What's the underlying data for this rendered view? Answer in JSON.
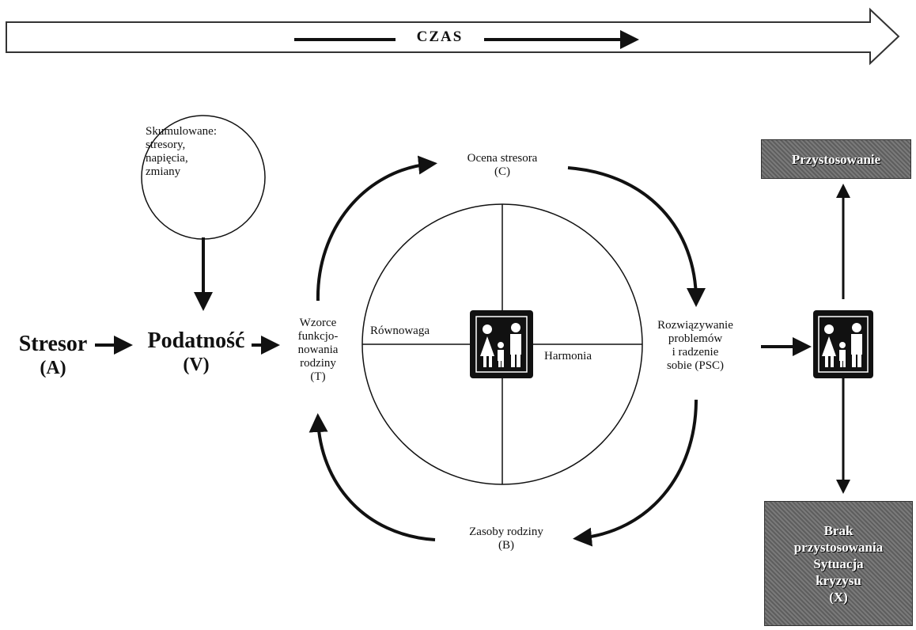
{
  "time_arrow": {
    "label": "CZAS"
  },
  "stressor": {
    "title": "Stresor",
    "code": "(A)"
  },
  "vulnerability": {
    "title": "Podatność",
    "code": "(V)"
  },
  "pileup": {
    "lines": [
      "Skumulowane:",
      "stresory,",
      "napięcia,",
      "zmiany"
    ]
  },
  "patterns": {
    "lines": [
      "Wzorce",
      "funkcjo-",
      "nowania",
      "rodziny",
      "(T)"
    ]
  },
  "appraisal": {
    "line1": "Ocena stresora",
    "line2": "(C)"
  },
  "resources": {
    "line1": "Zasoby rodziny",
    "line2": "(B)"
  },
  "problem_solving": {
    "lines": [
      "Rozwiązywanie",
      "problemów",
      "i radzenie",
      "sobie (PSC)"
    ]
  },
  "balance": {
    "label": "Równowaga"
  },
  "harmony": {
    "label": "Harmonia"
  },
  "adaptation": {
    "label": "Przystosowanie"
  },
  "maladaptation": {
    "lines": [
      "Brak",
      "przystosowania",
      "Sytuacja",
      "kryzysu",
      "(X)"
    ]
  },
  "icons": {
    "family": "family-icon"
  },
  "colors": {
    "line": "#111111",
    "family_bg": "#111111",
    "box_fill": "#6b6b6b"
  }
}
